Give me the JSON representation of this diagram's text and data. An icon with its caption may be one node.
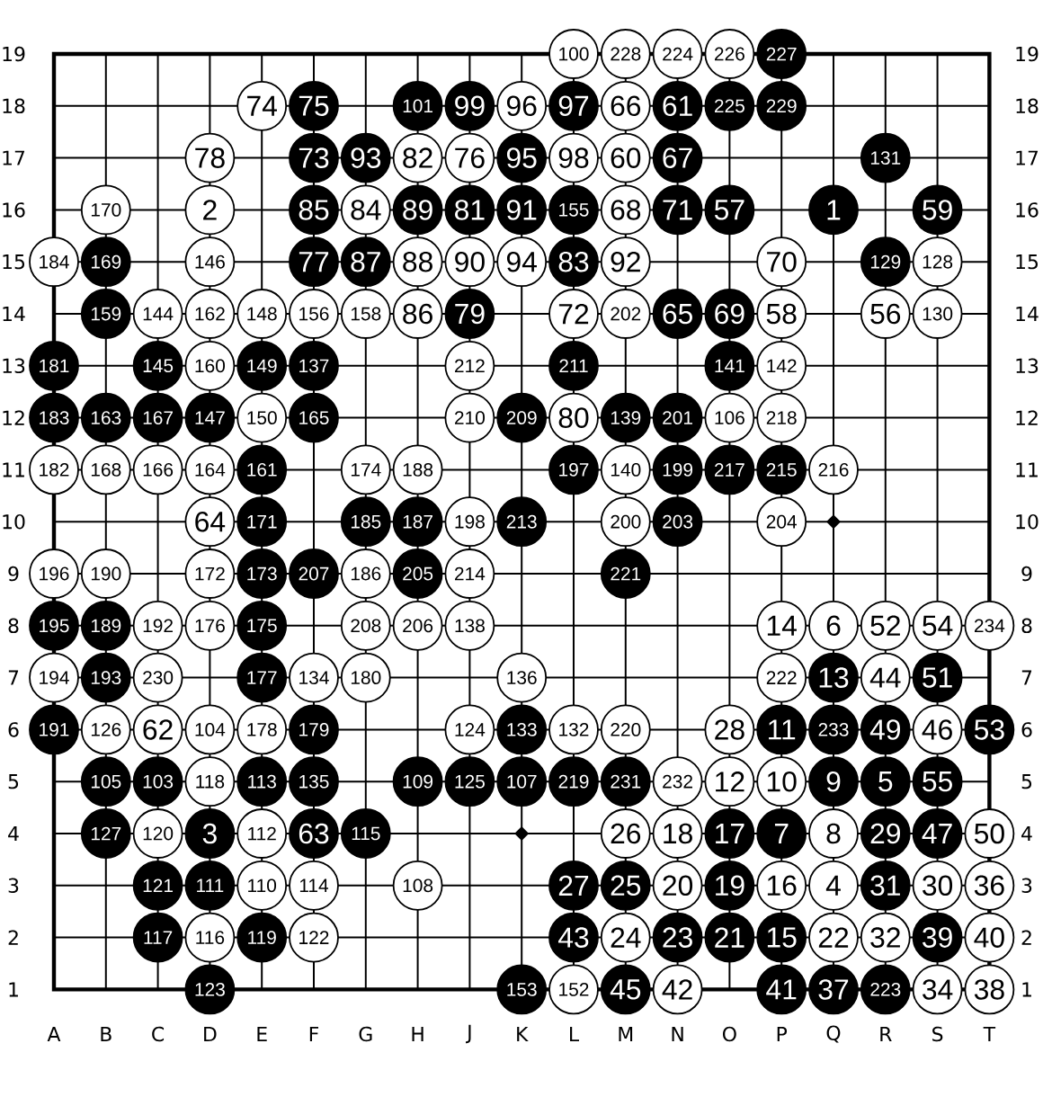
{
  "diagram": {
    "nodes": [
      {
        "text": [
          "100"
        ]
      },
      {
        "text": [
          "228"
        ]
      },
      {
        "text": [
          "224"
        ]
      },
      {
        "text": [
          "226"
        ]
      },
      {
        "text": [
          "227"
        ]
      },
      {
        "text": [
          "74"
        ]
      },
      {
        "text": [
          "75"
        ]
      },
      {
        "text": [
          "101"
        ]
      },
      {
        "text": [
          "99"
        ]
      },
      {
        "text": [
          "96"
        ]
      },
      {
        "text": [
          "97"
        ]
      },
      {
        "text": [
          "66"
        ]
      },
      {
        "text": [
          "61"
        ]
      },
      {
        "text": [
          "225"
        ]
      },
      {
        "text": [
          "229"
        ]
      },
      {
        "text": [
          "78"
        ]
      },
      {
        "text": [
          "73"
        ]
      },
      {
        "text": [
          "93"
        ]
      },
      {
        "text": [
          "82"
        ]
      },
      {
        "text": [
          "76"
        ]
      },
      {
        "text": [
          "95"
        ]
      },
      {
        "text": [
          "98"
        ]
      },
      {
        "text": [
          "60"
        ]
      },
      {
        "text": [
          "67"
        ]
      },
      {
        "text": [
          "131"
        ]
      },
      {
        "text": [
          "170"
        ]
      },
      {
        "text": [
          "2"
        ]
      },
      {
        "text": [
          "85"
        ]
      },
      {
        "text": [
          "84"
        ]
      },
      {
        "text": [
          "89"
        ]
      },
      {
        "text": [
          "81"
        ]
      },
      {
        "text": [
          "91"
        ]
      },
      {
        "text": [
          "155"
        ]
      },
      {
        "text": [
          "68"
        ]
      },
      {
        "text": [
          "71"
        ]
      },
      {
        "text": [
          "57"
        ]
      },
      {
        "text": [
          "1"
        ]
      },
      {
        "text": [
          "59"
        ]
      },
      {
        "text": [
          "184"
        ]
      },
      {
        "text": [
          "169"
        ]
      },
      {
        "text": [
          "146"
        ]
      },
      {
        "text": [
          "77"
        ]
      },
      {
        "text": [
          "87"
        ]
      },
      {
        "text": [
          "88"
        ]
      },
      {
        "text": [
          "90"
        ]
      },
      {
        "text": [
          "94"
        ]
      },
      {
        "text": [
          "83"
        ]
      },
      {
        "text": [
          "92"
        ]
      },
      {
        "text": [
          "70"
        ]
      },
      {
        "text": [
          "129"
        ]
      },
      {
        "text": [
          "128"
        ]
      },
      {
        "text": [
          "159"
        ]
      },
      {
        "text": [
          "144"
        ]
      },
      {
        "text": [
          "162"
        ]
      },
      {
        "text": [
          "148"
        ]
      },
      {
        "text": [
          "156"
        ]
      },
      {
        "text": [
          "158"
        ]
      },
      {
        "text": [
          "86"
        ]
      },
      {
        "text": [
          "79"
        ]
      },
      {
        "text": [
          "72"
        ]
      },
      {
        "text": [
          "202"
        ]
      },
      {
        "text": [
          "65"
        ]
      },
      {
        "text": [
          "69"
        ]
      },
      {
        "text": [
          "58"
        ]
      },
      {
        "text": [
          "56"
        ]
      },
      {
        "text": [
          "130"
        ]
      },
      {
        "text": [
          "181"
        ]
      },
      {
        "text": [
          "145"
        ]
      },
      {
        "text": [
          "160"
        ]
      },
      {
        "text": [
          "149"
        ]
      },
      {
        "text": [
          "137"
        ]
      },
      {
        "text": [
          "212"
        ]
      },
      {
        "text": [
          "211"
        ]
      },
      {
        "text": [
          "141"
        ]
      },
      {
        "text": [
          "142"
        ]
      },
      {
        "text": [
          "183"
        ]
      },
      {
        "text": [
          "163"
        ]
      },
      {
        "text": [
          "167"
        ]
      },
      {
        "text": [
          "147"
        ]
      },
      {
        "text": [
          "150"
        ]
      },
      {
        "text": [
          "165"
        ]
      },
      {
        "text": [
          "210"
        ]
      },
      {
        "text": [
          "209"
        ]
      },
      {
        "text": [
          "80"
        ]
      },
      {
        "text": [
          "139"
        ]
      },
      {
        "text": [
          "201"
        ]
      },
      {
        "text": [
          "106"
        ]
      },
      {
        "text": [
          "218"
        ]
      },
      {
        "text": [
          "182"
        ]
      },
      {
        "text": [
          "168"
        ]
      },
      {
        "text": [
          "166"
        ]
      },
      {
        "text": [
          "164"
        ]
      },
      {
        "text": [
          "161"
        ]
      },
      {
        "text": [
          "174"
        ]
      },
      {
        "text": [
          "188"
        ]
      },
      {
        "text": [
          "197"
        ]
      },
      {
        "text": [
          "140"
        ]
      },
      {
        "text": [
          "199"
        ]
      },
      {
        "text": [
          "217"
        ]
      },
      {
        "text": [
          "215"
        ]
      },
      {
        "text": [
          "216"
        ]
      },
      {
        "text": [
          "64"
        ]
      },
      {
        "text": [
          "171"
        ]
      },
      {
        "text": [
          "185"
        ]
      },
      {
        "text": [
          "187"
        ]
      },
      {
        "text": [
          "198"
        ]
      },
      {
        "text": [
          "213"
        ]
      },
      {
        "text": [
          "200"
        ]
      },
      {
        "text": [
          "203"
        ]
      },
      {
        "text": [
          "204"
        ]
      },
      {
        "text": [
          "196"
        ]
      },
      {
        "text": [
          "190"
        ]
      },
      {
        "text": [
          "172"
        ]
      },
      {
        "text": [
          "173"
        ]
      },
      {
        "text": [
          "207"
        ]
      },
      {
        "text": [
          "186"
        ]
      },
      {
        "text": [
          "205"
        ]
      },
      {
        "text": [
          "214"
        ]
      },
      {
        "text": [
          "221"
        ]
      },
      {
        "text": [
          "195"
        ]
      },
      {
        "text": [
          "189"
        ]
      },
      {
        "text": [
          "192"
        ]
      },
      {
        "text": [
          "176"
        ]
      },
      {
        "text": [
          "175"
        ]
      },
      {
        "text": [
          "208"
        ]
      },
      {
        "text": [
          "206"
        ]
      },
      {
        "text": [
          "138"
        ]
      },
      {
        "text": [
          "14"
        ]
      },
      {
        "text": [
          "6"
        ]
      },
      {
        "text": [
          "52"
        ]
      },
      {
        "text": [
          "54"
        ]
      },
      {
        "text": [
          "234"
        ]
      },
      {
        "text": [
          "194"
        ]
      },
      {
        "text": [
          "193"
        ]
      },
      {
        "text": [
          "230"
        ]
      },
      {
        "text": [
          "177"
        ]
      },
      {
        "text": [
          "134"
        ]
      },
      {
        "text": [
          "180"
        ]
      },
      {
        "text": [
          "136"
        ]
      },
      {
        "text": [
          "222"
        ]
      },
      {
        "text": [
          "13"
        ]
      },
      {
        "text": [
          "44"
        ]
      },
      {
        "text": [
          "51"
        ]
      },
      {
        "text": [
          "191"
        ]
      },
      {
        "text": [
          "126"
        ]
      },
      {
        "text": [
          "62"
        ]
      },
      {
        "text": [
          "104"
        ]
      },
      {
        "text": [
          "178"
        ]
      },
      {
        "text": [
          "179"
        ]
      },
      {
        "text": [
          "124"
        ]
      },
      {
        "text": [
          "133"
        ]
      },
      {
        "text": [
          "132"
        ]
      },
      {
        "text": [
          "220"
        ]
      },
      {
        "text": [
          "28"
        ]
      },
      {
        "text": [
          "11"
        ]
      },
      {
        "text": [
          "233"
        ]
      },
      {
        "text": [
          "49"
        ]
      },
      {
        "text": [
          "46"
        ]
      },
      {
        "text": [
          "53"
        ]
      },
      {
        "text": [
          "105"
        ]
      },
      {
        "text": [
          "103"
        ]
      },
      {
        "text": [
          "118"
        ]
      },
      {
        "text": [
          "113"
        ]
      },
      {
        "text": [
          "135"
        ]
      },
      {
        "text": [
          "109"
        ]
      },
      {
        "text": [
          "125"
        ]
      },
      {
        "text": [
          "107"
        ]
      },
      {
        "text": [
          "219"
        ]
      },
      {
        "text": [
          "231"
        ]
      },
      {
        "text": [
          "232"
        ]
      },
      {
        "text": [
          "12"
        ]
      },
      {
        "text": [
          "10"
        ]
      },
      {
        "text": [
          "9"
        ]
      },
      {
        "text": [
          "5"
        ]
      },
      {
        "text": [
          "55"
        ]
      },
      {
        "text": [
          "127"
        ]
      },
      {
        "text": [
          "120"
        ]
      },
      {
        "text": [
          "3"
        ]
      },
      {
        "text": [
          "112"
        ]
      },
      {
        "text": [
          "63"
        ]
      },
      {
        "text": [
          "115"
        ]
      },
      {
        "text": [
          "26"
        ]
      },
      {
        "text": [
          "18"
        ]
      },
      {
        "text": [
          "17"
        ]
      },
      {
        "text": [
          "7"
        ]
      },
      {
        "text": [
          "8"
        ]
      },
      {
        "text": [
          "29"
        ]
      },
      {
        "text": [
          "47"
        ]
      },
      {
        "text": [
          "50"
        ]
      },
      {
        "text": [
          "121"
        ]
      },
      {
        "text": [
          "111"
        ]
      },
      {
        "text": [
          "110"
        ]
      },
      {
        "text": [
          "114"
        ]
      },
      {
        "text": [
          "108"
        ]
      },
      {
        "text": [
          "27"
        ]
      },
      {
        "text": [
          "25"
        ]
      },
      {
        "text": [
          "20"
        ]
      },
      {
        "text": [
          "19"
        ]
      },
      {
        "text": [
          "16"
        ]
      },
      {
        "text": [
          "4"
        ]
      },
      {
        "text": [
          "31"
        ]
      },
      {
        "text": [
          "30"
        ]
      },
      {
        "text": [
          "36"
        ]
      },
      {
        "text": [
          "117"
        ]
      },
      {
        "text": [
          "116"
        ]
      },
      {
        "text": [
          "119"
        ]
      },
      {
        "text": [
          "122"
        ]
      },
      {
        "text": [
          "43"
        ]
      },
      {
        "text": [
          "24"
        ]
      },
      {
        "text": [
          "23"
        ]
      },
      {
        "text": [
          "21"
        ]
      },
      {
        "text": [
          "15"
        ]
      },
      {
        "text": [
          "22"
        ]
      },
      {
        "text": [
          "32"
        ]
      },
      {
        "text": [
          "39"
        ]
      },
      {
        "text": [
          "40"
        ]
      },
      {
        "text": [
          "123"
        ]
      },
      {
        "text": [
          "153"
        ]
      },
      {
        "text": [
          "152"
        ]
      },
      {
        "text": [
          "45"
        ]
      },
      {
        "text": [
          "42"
        ]
      },
      {
        "text": [
          "41"
        ]
      },
      {
        "text": [
          "37"
        ]
      },
      {
        "text": [
          "223"
        ]
      },
      {
        "text": [
          "34"
        ]
      },
      {
        "text": [
          "38"
        ]
      }
    ],
    "labels": [
      "19",
      "19",
      "18",
      "18",
      "17",
      "17",
      "16",
      "16",
      "15",
      "15",
      "14",
      "14",
      "13",
      "13",
      "12",
      "12",
      "11",
      "11",
      "10",
      "10",
      "9",
      "9",
      "8",
      "8",
      "7",
      "7",
      "6",
      "6",
      "5",
      "5",
      "4",
      "4",
      "3",
      "3",
      "2",
      "2",
      "1",
      "1",
      "A",
      "B",
      "C",
      "D",
      "E",
      "F",
      "G",
      "H",
      "J",
      "K",
      "L",
      "M",
      "N",
      "O",
      "P",
      "Q",
      "R",
      "S",
      "T"
    ]
  }
}
